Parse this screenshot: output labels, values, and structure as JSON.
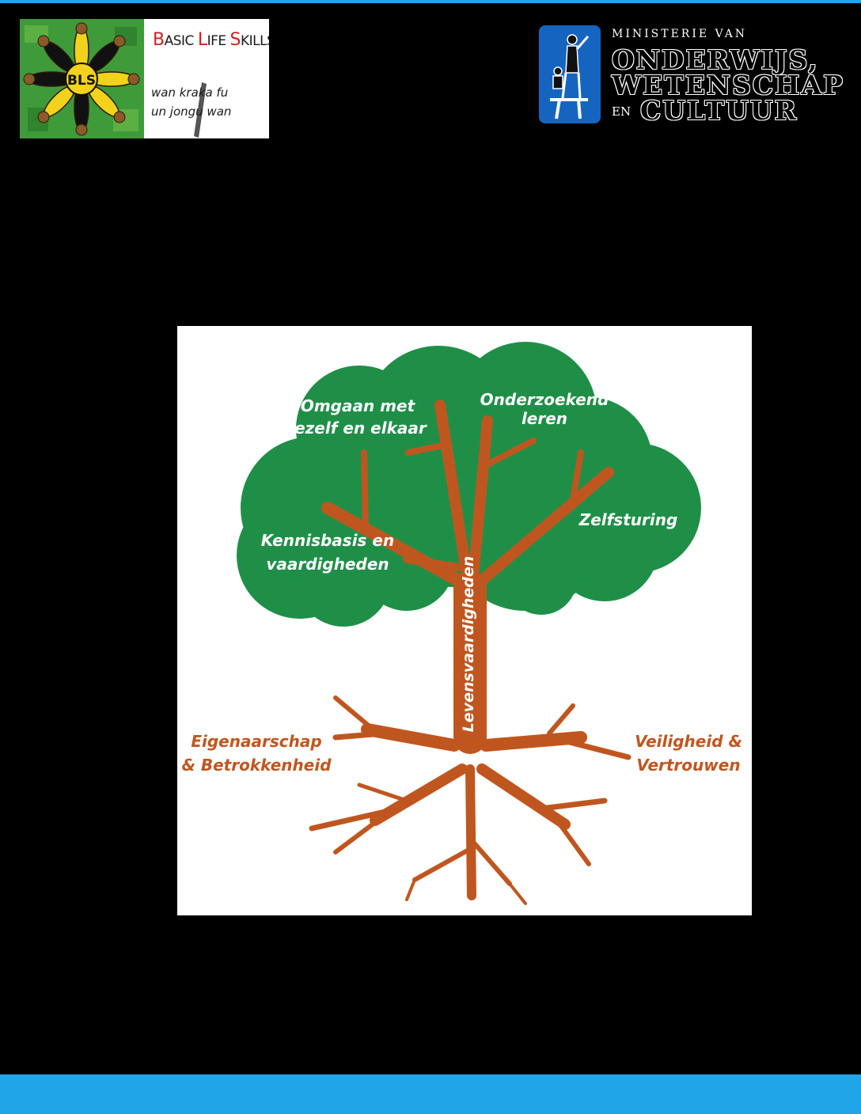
{
  "colors": {
    "accent_blue": "#1fa5e8",
    "background": "#000000",
    "foliage_green": "#1f8f48",
    "trunk_brown": "#c0561f",
    "ministry_blue": "#1565c0"
  },
  "bls_logo": {
    "emblem_text": "BLS",
    "title_parts": [
      "B",
      "ASIC ",
      "L",
      "IFE ",
      "S",
      "KILLS"
    ],
    "tagline_line1": "wan kraka fu",
    "tagline_line2": "un jongu wan"
  },
  "ministry_logo": {
    "small_text": "MINISTERIE VAN",
    "line1": "ONDERWIJS,",
    "line2": "WETENSCHAP",
    "en": "EN",
    "line3": "CULTUUR"
  },
  "tree": {
    "branches": [
      {
        "line1": "Omgaan met",
        "line2": "jezelf en elkaar"
      },
      {
        "line1": "Onderzoekend",
        "line2": "leren"
      },
      {
        "line1": "Zelfsturing",
        "line2": ""
      },
      {
        "line1": "Kennisbasis en",
        "line2": "vaardigheden"
      }
    ],
    "trunk": "Levensvaardigheden",
    "roots": [
      {
        "line1": "Eigenaarschap",
        "line2": "& Betrokkenheid"
      },
      {
        "line1": "Veiligheid &",
        "line2": "Vertrouwen"
      }
    ]
  }
}
